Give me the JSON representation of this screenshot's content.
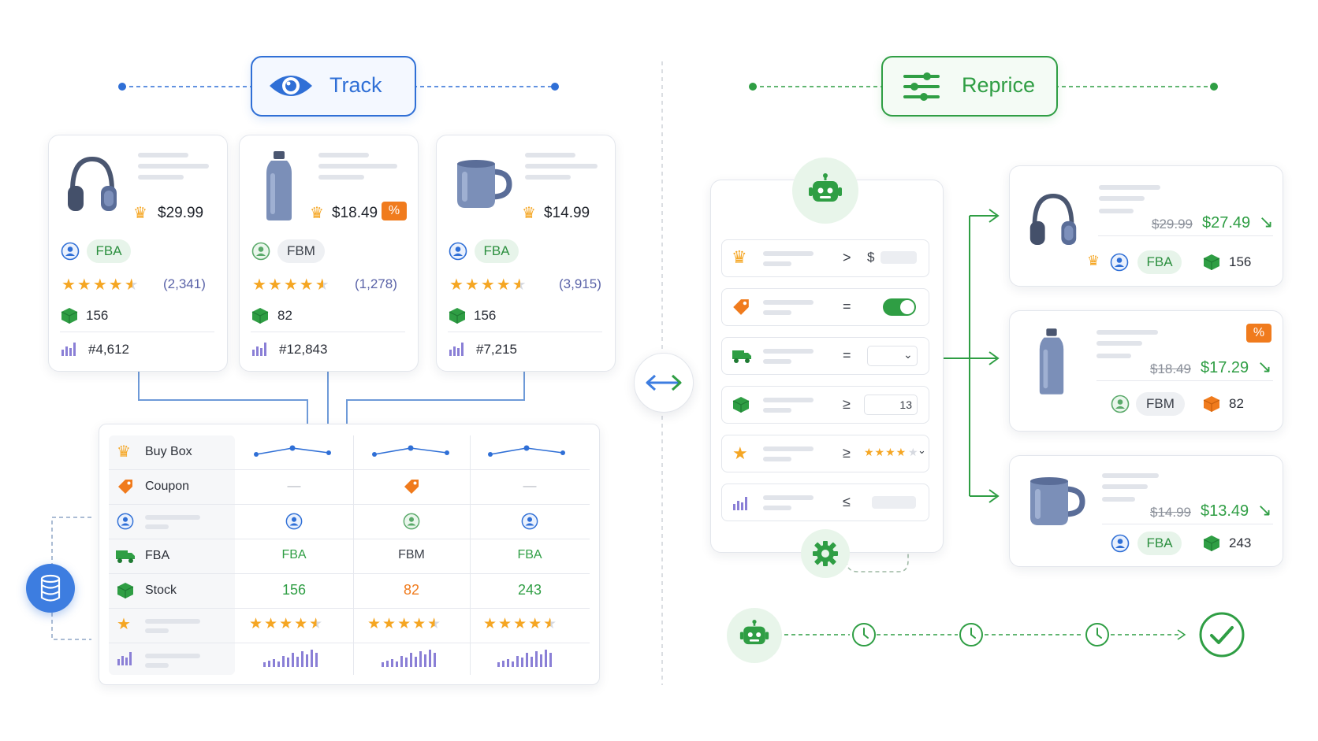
{
  "track": {
    "label": "Track"
  },
  "reprice": {
    "label": "Reprice"
  },
  "products": [
    {
      "name": "headphones",
      "price": "$29.99",
      "fulfillment": "FBA",
      "reviews": "(2,341)",
      "stock": "156",
      "rank": "#4,612",
      "rating": 4.5
    },
    {
      "name": "bottle",
      "price": "$18.49",
      "fulfillment": "FBM",
      "reviews": "(1,278)",
      "stock": "82",
      "rank": "#12,843",
      "rating": 4.5,
      "badge": "%"
    },
    {
      "name": "mug",
      "price": "$14.99",
      "fulfillment": "FBA",
      "reviews": "(3,915)",
      "stock": "156",
      "rank": "#7,215",
      "rating": 4.5
    }
  ],
  "table": {
    "rows": {
      "buybox": "Buy Box",
      "coupon": "Coupon",
      "fulfillment": "FBA",
      "stock": "Stock"
    },
    "coupon_cells": [
      "—",
      "",
      "—"
    ],
    "fulfillment_cells": [
      "FBA",
      "FBM",
      "FBA"
    ],
    "stock_cells": [
      "156",
      "82",
      "243"
    ]
  },
  "rules": [
    {
      "icon": "crown-icon",
      "op": ">",
      "value": "$"
    },
    {
      "icon": "coupon-icon",
      "op": "=",
      "value": "toggle-on"
    },
    {
      "icon": "truck-icon",
      "op": "=",
      "value": "dropdown"
    },
    {
      "icon": "box-icon",
      "op": "≥",
      "value": "13"
    },
    {
      "icon": "star-icon",
      "op": "≥",
      "value": "★★★★"
    },
    {
      "icon": "chart-icon",
      "op": "≤",
      "value": ""
    }
  ],
  "results": [
    {
      "name": "headphones",
      "old_price": "$29.99",
      "new_price": "$27.49",
      "fulfillment": "FBA",
      "stock": "156"
    },
    {
      "name": "bottle",
      "old_price": "$18.49",
      "new_price": "$17.29",
      "fulfillment": "FBM",
      "stock": "82",
      "badge": "%"
    },
    {
      "name": "mug",
      "old_price": "$14.99",
      "new_price": "$13.49",
      "fulfillment": "FBA",
      "stock": "243"
    }
  ],
  "colors": {
    "blue": "#2f6fd6",
    "green": "#2f9e44",
    "orange": "#f07b1d",
    "gold": "#f5a623",
    "purple": "#8a7fd6"
  }
}
